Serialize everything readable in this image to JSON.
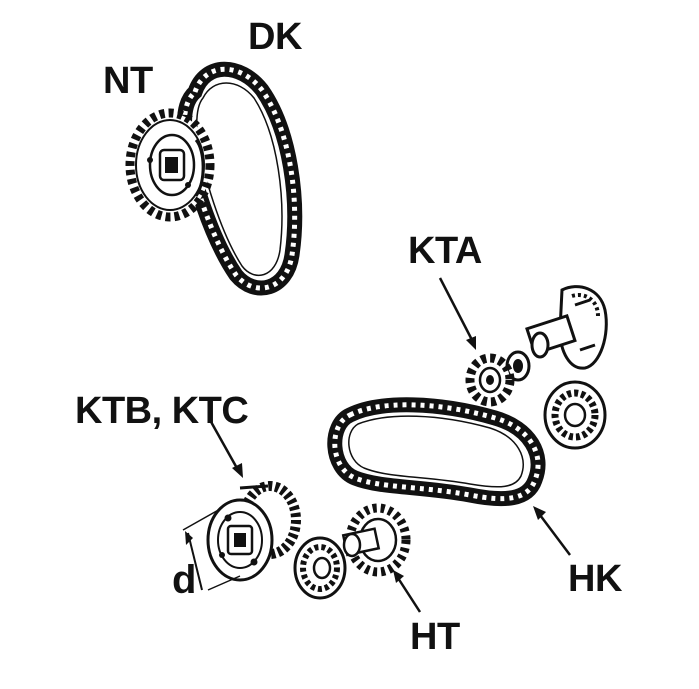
{
  "labels": {
    "nt": "NT",
    "dk": "DK",
    "kta": "KTA",
    "ktb_ktc": "KTB, KTC",
    "d": "d",
    "ht": "HT",
    "hk": "HK"
  },
  "colors": {
    "ink": "#111111",
    "paper": "#ffffff"
  }
}
